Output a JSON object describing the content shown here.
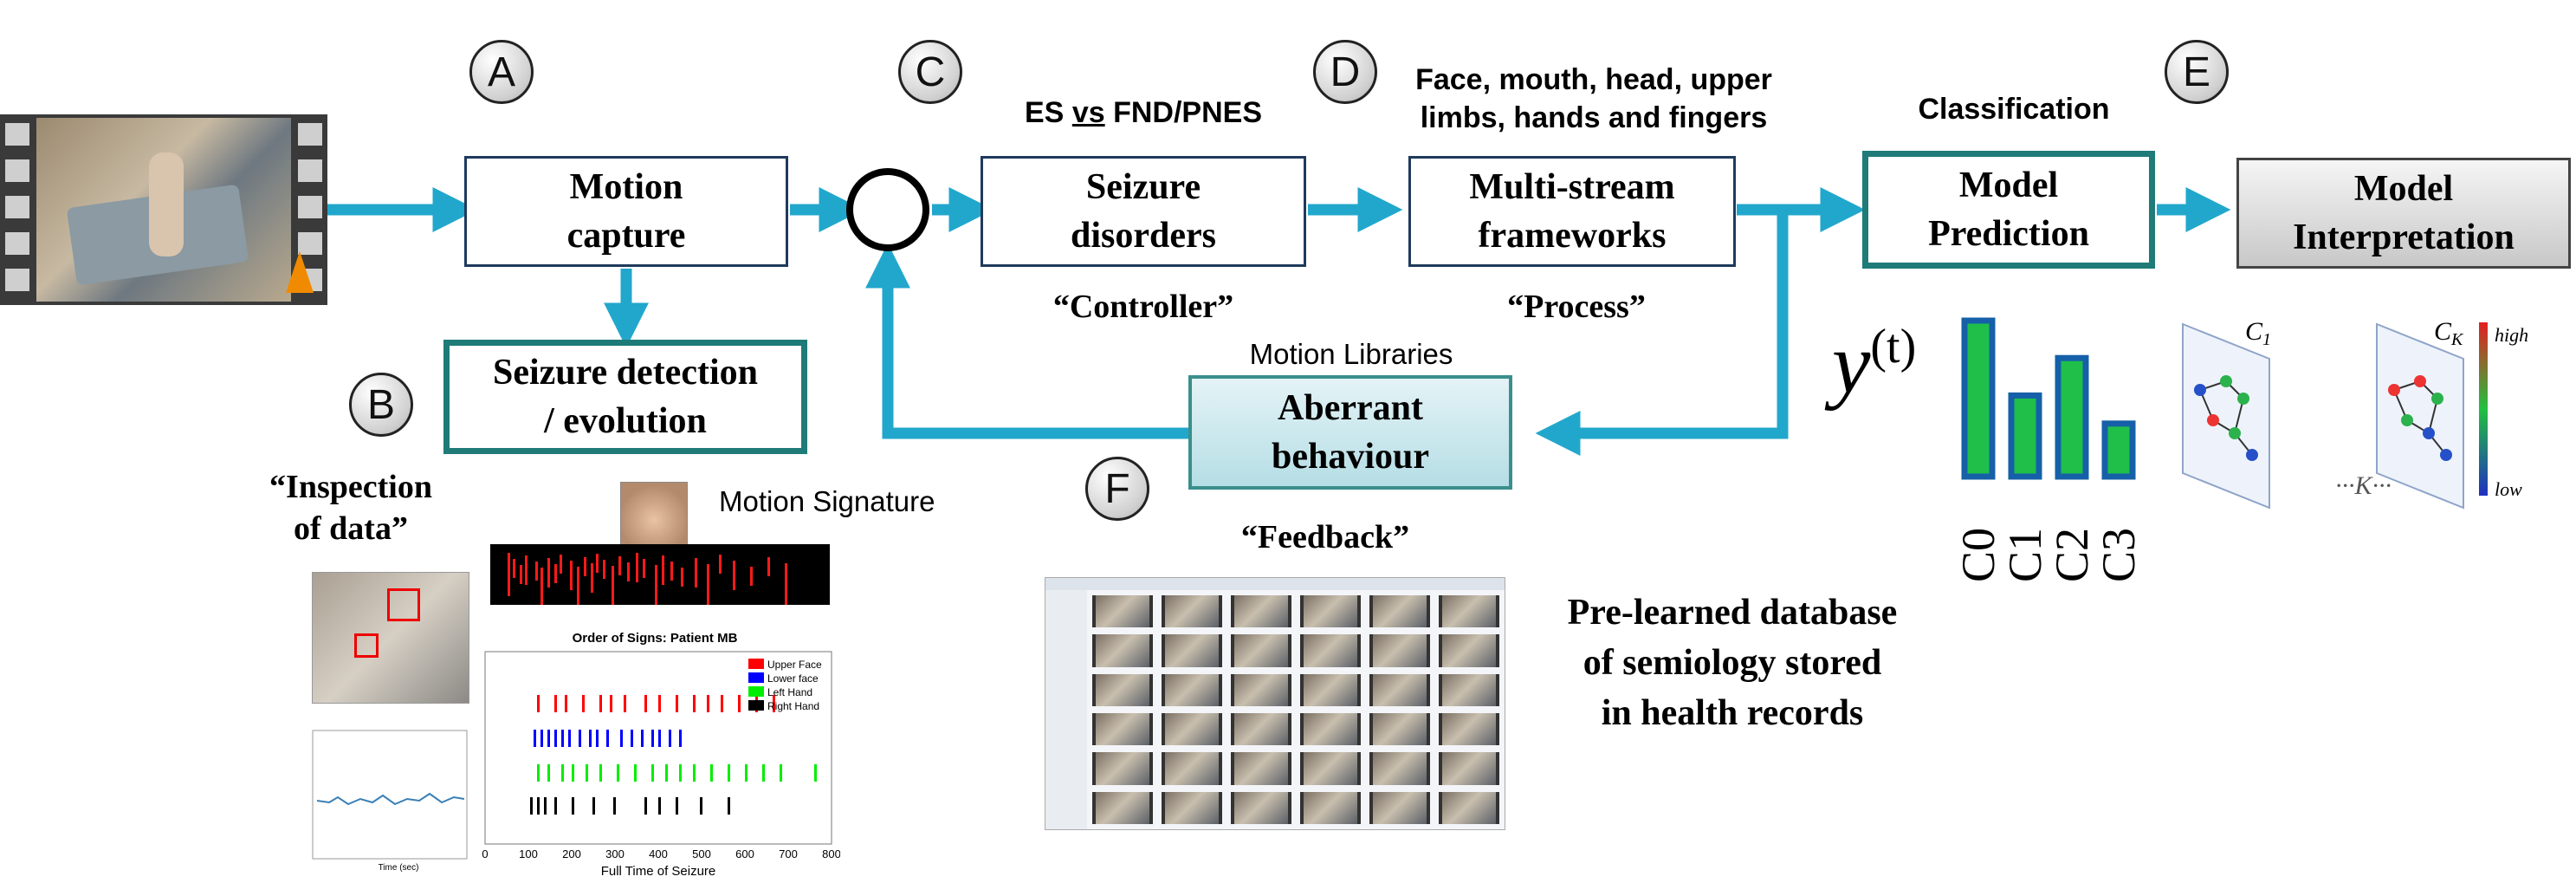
{
  "steps": {
    "a": {
      "letter": "A"
    },
    "b": {
      "letter": "B"
    },
    "c": {
      "letter": "C"
    },
    "d": {
      "letter": "D"
    },
    "e": {
      "letter": "E"
    },
    "f": {
      "letter": "F"
    }
  },
  "boxes": {
    "motion_capture": [
      "Motion",
      "capture"
    ],
    "seizure_detection": [
      "Seizure detection",
      "/ evolution"
    ],
    "seizure_disorders": [
      "Seizure",
      "disorders"
    ],
    "multistream": [
      "Multi-stream",
      "frameworks"
    ],
    "model_prediction": [
      "Model",
      "Prediction"
    ],
    "model_interpretation": [
      "Model",
      "Interpretation"
    ],
    "aberrant": [
      "Aberrant",
      "behaviour"
    ]
  },
  "labels": {
    "es_vs_pre": "ES ",
    "es_vs_vs": "vs",
    "es_vs_post": " FND/PNES",
    "body_parts": [
      "Face, mouth, head, upper",
      "limbs, hands and fingers"
    ],
    "classification": "Classification",
    "controller": "“Controller”",
    "process": "“Process”",
    "feedback": "“Feedback”",
    "motion_libraries": "Motion Libraries",
    "inspection": [
      "“Inspection",
      "of data”"
    ],
    "motion_signature": "Motion Signature",
    "database": [
      "Pre-learned database",
      "of semiology stored",
      "in health records"
    ]
  },
  "prediction": {
    "symbol_base": "y",
    "symbol_sup": "(t)"
  },
  "interpretation": {
    "cluster_first": "C",
    "cluster_first_sub": "1",
    "cluster_last": "C",
    "cluster_last_sub": "K",
    "ellipsis": "···K···",
    "scale_high": "high",
    "scale_low": "low"
  },
  "inspection_plot": {
    "title": "Order of Signs: Patient MB",
    "legend": [
      "Upper Face",
      "Lower face",
      "Left Hand",
      "Right Hand"
    ],
    "xlabel": "Full Time of Seizure",
    "xticks": [
      "0",
      "100",
      "200",
      "300",
      "400",
      "500",
      "600",
      "700",
      "800"
    ],
    "small_xlabel": "Time (sec)"
  },
  "colors": {
    "arrow": "#22a7cc",
    "teal_border": "#1e7b78",
    "bar_fill": "#1fbf4a",
    "bar_border": "#1560a8",
    "upper_face": "#ff0000",
    "lower_face": "#0000ff",
    "left_hand": "#00ee00",
    "right_hand": "#000000"
  },
  "chart_data": {
    "type": "bar",
    "categories": [
      "C0",
      "C1",
      "C2",
      "C3"
    ],
    "values": [
      1.0,
      0.52,
      0.76,
      0.34
    ],
    "title": "",
    "xlabel": "",
    "ylabel": "",
    "ylim": [
      0,
      1.0
    ]
  }
}
